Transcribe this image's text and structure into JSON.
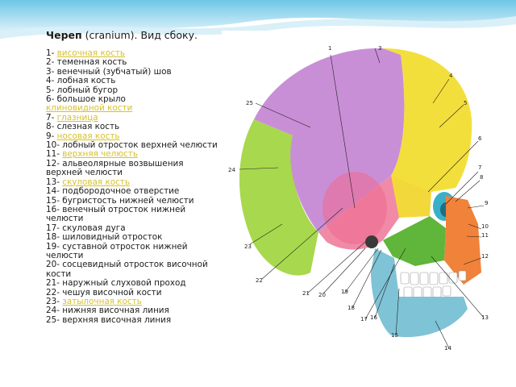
{
  "slide": {
    "title_bold": "Череп",
    "title_rest": " (cranium). Вид сбоку.",
    "items": [
      {
        "num": "1- ",
        "text": "височная кость",
        "link": true
      },
      {
        "num": "2- ",
        "text": "теменная кость",
        "link": false
      },
      {
        "num": "3- ",
        "text": "венечный (зубчатый) шов",
        "link": false
      },
      {
        "num": "4- ",
        "text": "лобная кость",
        "link": false
      },
      {
        "num": "5- ",
        "text": "лобный бугор",
        "link": false
      },
      {
        "num": "6- ",
        "text": "большое крыло",
        "link": false,
        "continuation": "клиновидной кости",
        "continuation_link": true
      },
      {
        "num": "7- ",
        "text": "глазница",
        "link": true
      },
      {
        "num": "8- ",
        "text": "слезная кость",
        "link": false
      },
      {
        "num": "9- ",
        "text": "носовая кость",
        "link": true
      },
      {
        "num": "10- ",
        "text": "лобный отросток верхней челюсти",
        "link": false
      },
      {
        "num": "11- ",
        "text": "верхняя челюсть",
        "link": true
      },
      {
        "num": "12- ",
        "text": "альвеолярные возвышения верхней челюсти",
        "link": false
      },
      {
        "num": "13- ",
        "text": "скуловая кость",
        "link": true
      },
      {
        "num": "14- ",
        "text": "подбородочное отверстие",
        "link": false
      },
      {
        "num": "15- ",
        "text": "бугристость нижней челюсти",
        "link": false
      },
      {
        "num": "16- ",
        "text": "венечный отросток нижней челюсти",
        "link": false
      },
      {
        "num": "17- ",
        "text": "скуловая дуга",
        "link": false
      },
      {
        "num": "18- ",
        "text": "шиловидный отросток",
        "link": false
      },
      {
        "num": "19- ",
        "text": "суставной отросток нижней челюсти",
        "link": false
      },
      {
        "num": "20- ",
        "text": "сосцевидный отросток височной кости",
        "link": false
      },
      {
        "num": "21- ",
        "text": "наружный слуховой проход",
        "link": false
      },
      {
        "num": "22- ",
        "text": "чешуя височной кости",
        "link": false
      },
      {
        "num": "23- ",
        "text": "затылочная кость",
        "link": true
      },
      {
        "num": "24- ",
        "text": "нижняя височная линия",
        "link": false
      },
      {
        "num": "25- ",
        "text": "верхняя височная линия",
        "link": false
      }
    ]
  },
  "figure": {
    "labels": [
      "1",
      "3",
      "4",
      "5",
      "6",
      "7",
      "8",
      "9",
      "10",
      "11",
      "12",
      "13",
      "14",
      "15",
      "16",
      "17",
      "18",
      "19",
      "20",
      "21",
      "22",
      "23",
      "24",
      "25"
    ],
    "colors": {
      "parietal": "#c98fd6",
      "frontal": "#f3df3c",
      "temporal": "#f08aa6",
      "occipital": "#a8d84d",
      "sphenoid": "#f3d83c",
      "zygomatic": "#5fb63a",
      "maxilla": "#f0823a",
      "mandible": "#7fc3d6",
      "orbit": "#3ab0c8"
    }
  }
}
